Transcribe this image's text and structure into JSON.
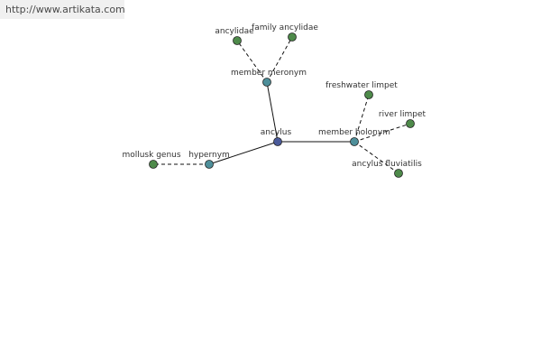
{
  "watermark": "http://www.artikata.com",
  "colors": {
    "center": "#4a5a9a",
    "relation": "#4e8f9a",
    "leaf": "#4e8a4a",
    "stroke": "#222222",
    "edge": "#111111"
  },
  "nodes": [
    {
      "id": "ancylus",
      "label": "ancylus",
      "kind": "center"
    },
    {
      "id": "hypernym",
      "label": "hypernym",
      "kind": "relation"
    },
    {
      "id": "member-meronym",
      "label": "member meronym",
      "kind": "relation"
    },
    {
      "id": "member-holonym",
      "label": "member holonym",
      "kind": "relation"
    },
    {
      "id": "mollusk-genus",
      "label": "mollusk genus",
      "kind": "leaf"
    },
    {
      "id": "ancylidae",
      "label": "ancylidae",
      "kind": "leaf"
    },
    {
      "id": "family-ancylidae",
      "label": "family ancylidae",
      "kind": "leaf"
    },
    {
      "id": "freshwater-limpet",
      "label": "freshwater limpet",
      "kind": "leaf"
    },
    {
      "id": "river-limpet",
      "label": "river limpet",
      "kind": "leaf"
    },
    {
      "id": "ancylus-fluviatilis",
      "label": "ancylus fluviatilis",
      "kind": "leaf"
    }
  ],
  "edges": [
    {
      "from": "ancylus",
      "to": "hypernym",
      "style": "solid"
    },
    {
      "from": "ancylus",
      "to": "member-meronym",
      "style": "solid"
    },
    {
      "from": "ancylus",
      "to": "member-holonym",
      "style": "solid"
    },
    {
      "from": "hypernym",
      "to": "mollusk-genus",
      "style": "dashed"
    },
    {
      "from": "member-meronym",
      "to": "ancylidae",
      "style": "dashed"
    },
    {
      "from": "member-meronym",
      "to": "family-ancylidae",
      "style": "dashed"
    },
    {
      "from": "member-holonym",
      "to": "freshwater-limpet",
      "style": "dashed"
    },
    {
      "from": "member-holonym",
      "to": "river-limpet",
      "style": "dashed"
    },
    {
      "from": "member-holonym",
      "to": "ancylus-fluviatilis",
      "style": "dashed"
    }
  ]
}
